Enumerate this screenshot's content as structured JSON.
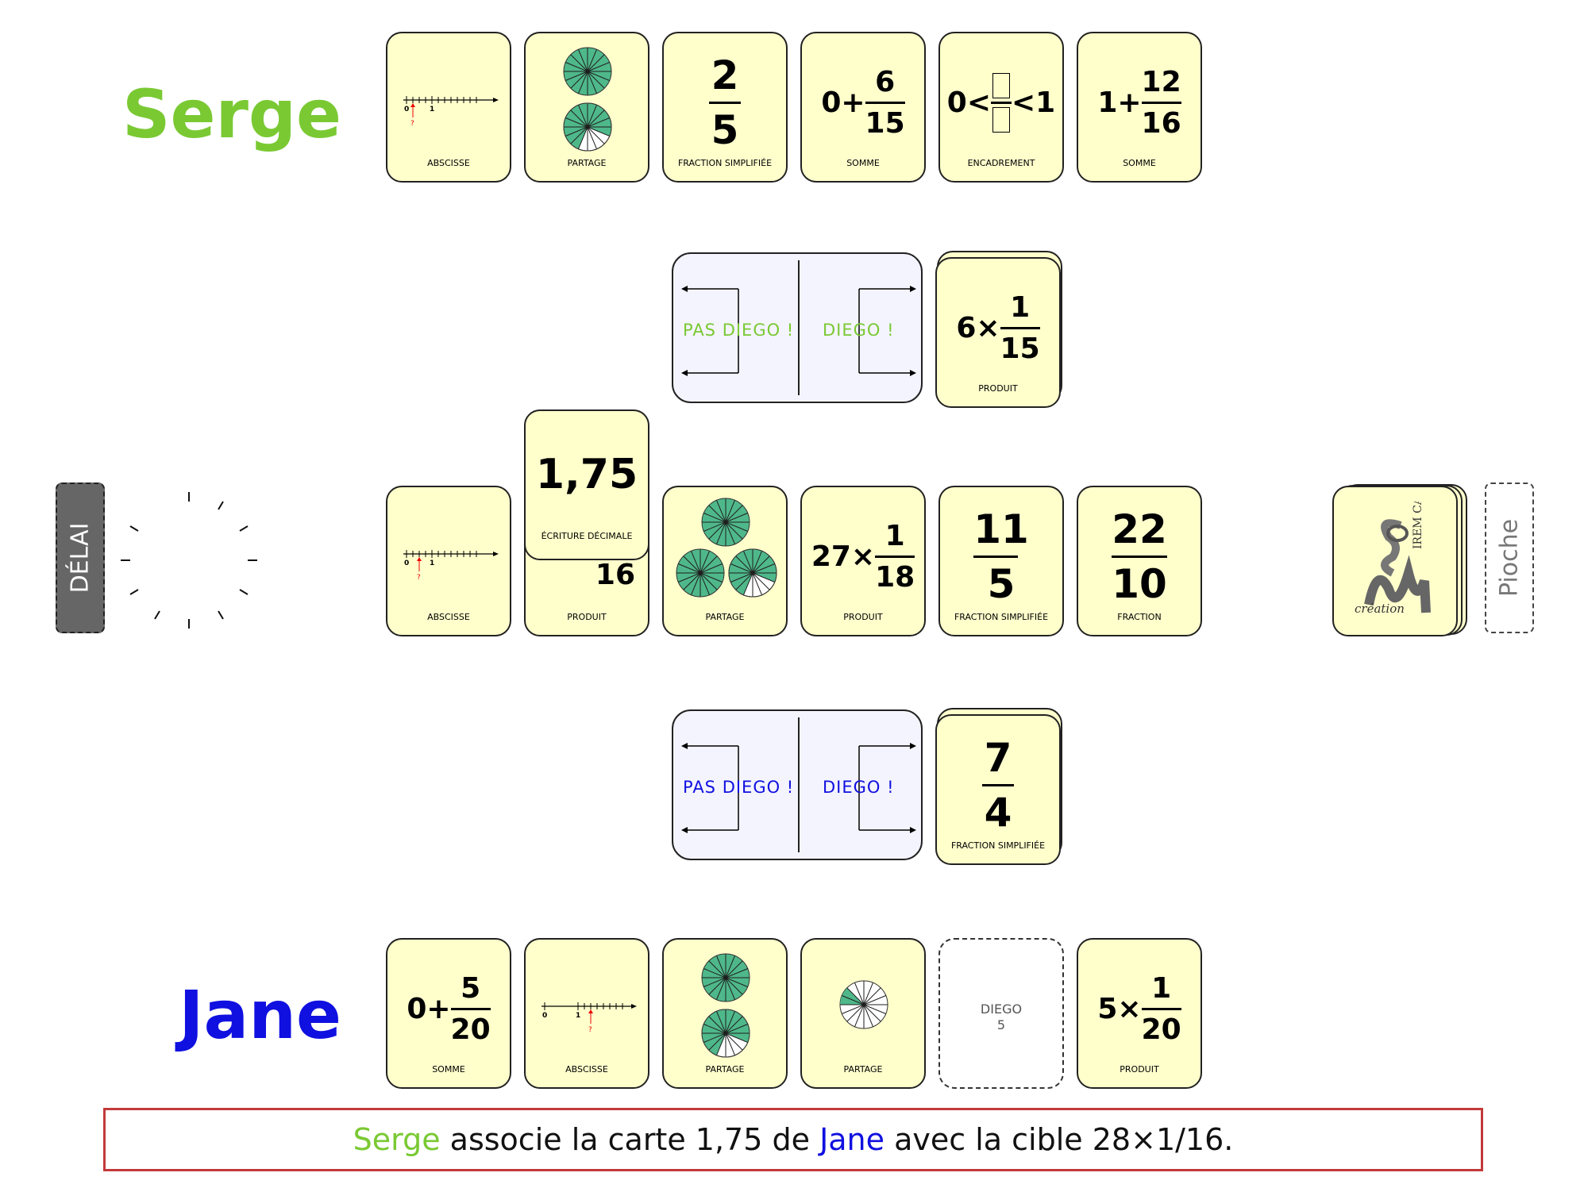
{
  "players": {
    "top": {
      "name": "Serge",
      "color": "#7ac933"
    },
    "bottom": {
      "name": "Jane",
      "color": "#1010e0"
    }
  },
  "controls": {
    "delai": "DÉLAI",
    "pioche": "Pioche"
  },
  "boards": {
    "top": {
      "left": "PAS DIEGO !",
      "right": "DIEGO !",
      "color": "#7ac933"
    },
    "bottom": {
      "left": "PAS DIEGO !",
      "right": "DIEGO !",
      "color": "#1010e0"
    }
  },
  "serge_hand": [
    {
      "label": "ABSCISSE"
    },
    {
      "label": "PARTAGE"
    },
    {
      "label": "FRACTION SIMPLIFIÉE",
      "num": "2",
      "den": "5"
    },
    {
      "label": "SOMME",
      "whole": "0+",
      "num": "6",
      "den": "15"
    },
    {
      "label": "ENCADREMENT",
      "left": "0<",
      "right": "<1"
    },
    {
      "label": "SOMME",
      "whole": "1+",
      "num": "12",
      "den": "16"
    }
  ],
  "top_target": {
    "label": "PRODUIT",
    "whole": "6×",
    "num": "1",
    "den": "15"
  },
  "center_row": [
    {
      "label": "ABSCISSE"
    },
    {
      "label": "PRODUIT",
      "den": "16"
    },
    {
      "label": "PARTAGE"
    },
    {
      "label": "PRODUIT",
      "whole": "27×",
      "num": "1",
      "den": "18"
    },
    {
      "label": "FRACTION SIMPLIFIÉE",
      "num": "11",
      "den": "5"
    },
    {
      "label": "FRACTION",
      "num": "22",
      "den": "10"
    }
  ],
  "moving_card": {
    "label": "ÉCRITURE DÉCIMALE",
    "value": "1,75"
  },
  "bottom_target": {
    "label": "FRACTION SIMPLIFIÉE",
    "num": "7",
    "den": "4"
  },
  "jane_hand": [
    {
      "label": "SOMME",
      "whole": "0+",
      "num": "5",
      "den": "20"
    },
    {
      "label": "ABSCISSE"
    },
    {
      "label": "PARTAGE"
    },
    {
      "label": "PARTAGE"
    },
    {
      "label": "DIEGO",
      "sub": "5"
    },
    {
      "label": "PRODUIT",
      "whole": "5×",
      "num": "1",
      "den": "20"
    }
  ],
  "numberline": {
    "zero": "0",
    "one": "1",
    "question": "?"
  },
  "deck_logo": {
    "text1": "IREM CAEN",
    "text2": "création"
  },
  "message": {
    "actor": "Serge",
    "text1": " associe la carte 1,75 de ",
    "target": "Jane",
    "text2": " avec la cible 28×1/16."
  },
  "colors": {
    "card_bg": "#ffffcc",
    "pie_green": "#4fb88a",
    "board_bg": "#f4f4ff"
  }
}
